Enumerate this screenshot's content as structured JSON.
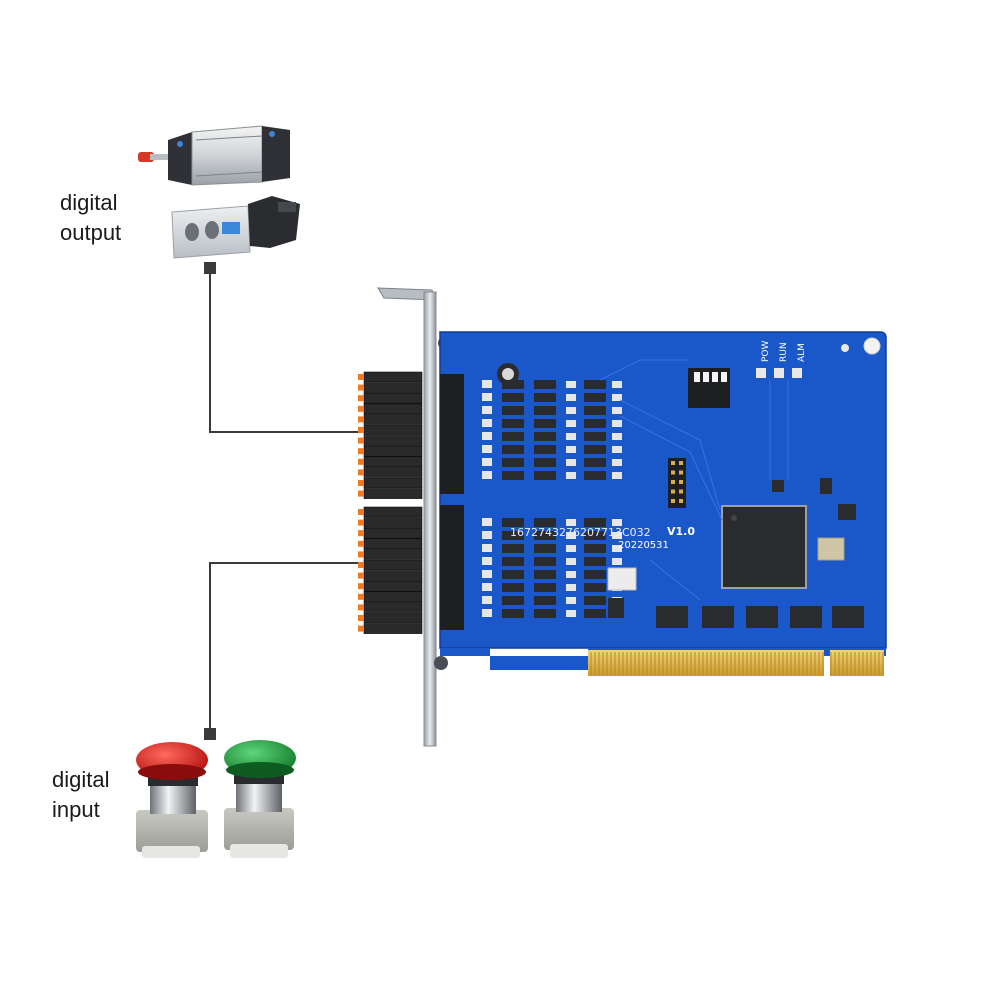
{
  "labels": {
    "output_line1": "digital",
    "output_line2": "output",
    "input_line1": "digital",
    "input_line2": "input"
  },
  "board": {
    "model": "1672743276207713C032",
    "version": "V1.0",
    "date": "20220531",
    "leds": [
      "POW",
      "RUN",
      "ALM"
    ],
    "color": "#1a57c8"
  },
  "colors": {
    "wire": "#3a3a3a",
    "terminal": "#2a2a2a",
    "terminal_tab": "#f07a1c",
    "button_red": "#d41a1a",
    "button_green": "#1f9a3a"
  }
}
